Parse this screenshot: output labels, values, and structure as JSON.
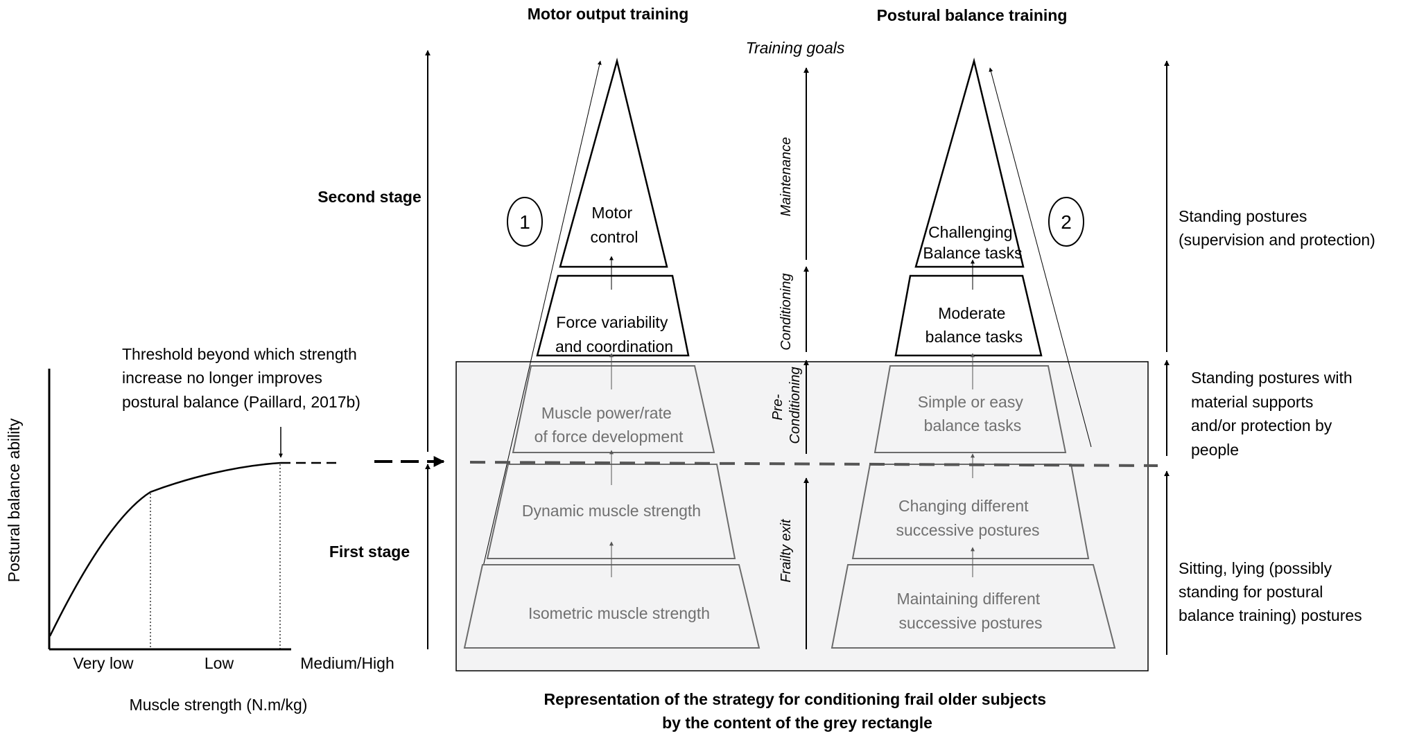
{
  "headers": {
    "motor": "Motor output training",
    "postural": "Postural balance training",
    "goals": "Training goals"
  },
  "stages": {
    "second": "Second stage",
    "first": "First stage"
  },
  "phases": {
    "maintenance": "Maintenance",
    "conditioning": "Conditioning",
    "pre1": "Pre-",
    "pre2": "Conditioning",
    "frailty": "Frailty exit"
  },
  "motor_pyramid": {
    "number": "1",
    "top": [
      "Motor",
      "control"
    ],
    "l3": [
      "Force variability",
      "and coordination"
    ],
    "l2": [
      "Muscle power/rate",
      "of force development"
    ],
    "l1": [
      "Dynamic muscle strength"
    ],
    "l0": [
      "Isometric muscle strength"
    ]
  },
  "balance_pyramid": {
    "number": "2",
    "top": [
      "Challenging",
      "Balance tasks"
    ],
    "l3": [
      "Moderate",
      "balance tasks"
    ],
    "l2": [
      "Simple or easy",
      "balance tasks"
    ],
    "l1": [
      "Changing different",
      "successive  postures"
    ],
    "l0": [
      "Maintaining different",
      "successive  postures"
    ]
  },
  "postures": {
    "top": [
      "Standing postures",
      "(supervision and protection)"
    ],
    "mid": [
      "Standing postures with",
      "material supports",
      "and/or protection by",
      "people"
    ],
    "bottom": [
      "Sitting, lying (possibly",
      "standing for postural",
      "balance training)  postures"
    ]
  },
  "graph": {
    "threshold": [
      "Threshold beyond which strength",
      "increase no longer improves",
      "postural balance (Paillard, 2017b)"
    ],
    "ylabel": "Postural balance ability",
    "xlabel": "Muscle strength (N.m/kg)",
    "x_categories": [
      "Very low",
      "Low",
      "Medium/High"
    ]
  },
  "caption": [
    "Representation of the strategy for conditioning frail older subjects",
    "by the content of the grey rectangle"
  ],
  "colors": {
    "ink": "#000000",
    "grey_text": "#707070",
    "grey_stroke": "#6b6b6b",
    "box_fill": "#f3f3f4",
    "dash": "#555555"
  }
}
